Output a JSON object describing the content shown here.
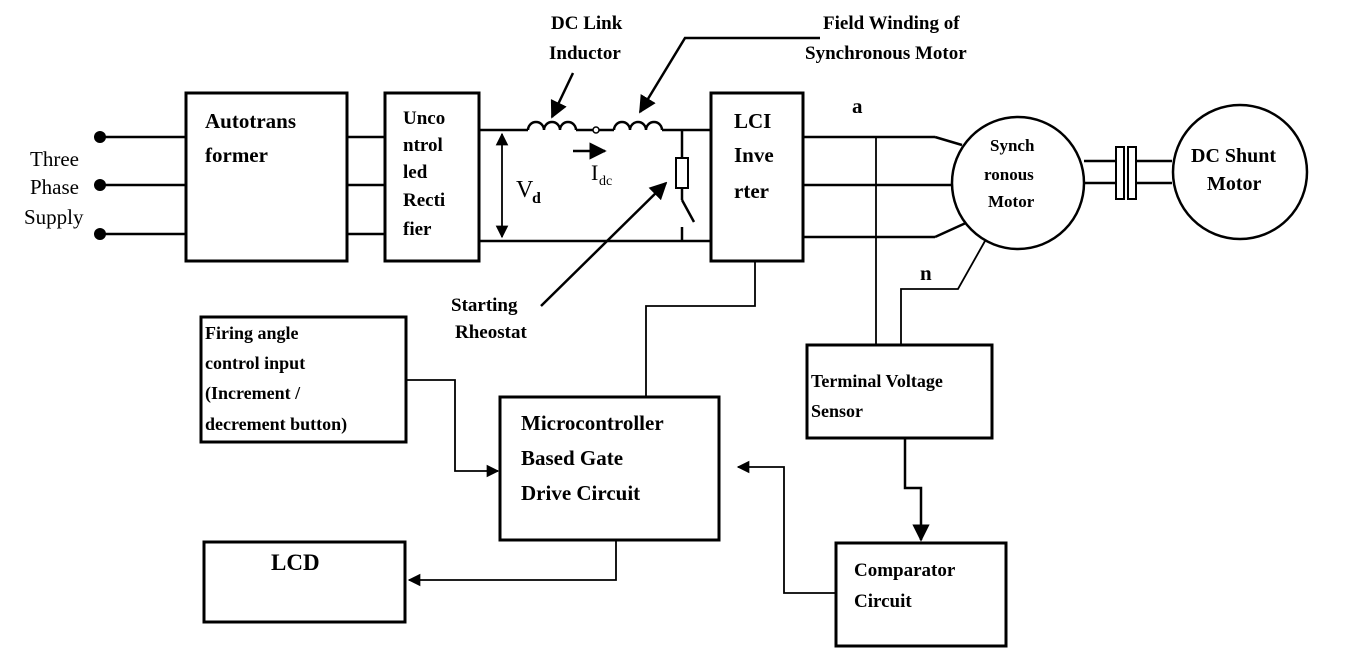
{
  "supply": {
    "label_line1": "Three",
    "label_line2": "Phase",
    "label_line3": "Supply"
  },
  "autotransformer": {
    "line1": "Autotrans",
    "line2": "former"
  },
  "rectifier": {
    "line1": "Unco",
    "line2": "ntrol",
    "line3": "led",
    "line4": "Recti",
    "line5": "fier"
  },
  "dc_link": {
    "inductor_label_line1": "DC Link",
    "inductor_label_line2": "Inductor",
    "field_label_line1": "Field Winding of",
    "field_label_line2": "Synchronous Motor",
    "vd_label": "V",
    "vd_sub": "d",
    "idc_label": "I",
    "idc_sub": "dc",
    "rheostat_label_line1": "Starting",
    "rheostat_label_line2": "Rheostat"
  },
  "inverter": {
    "line1": "LCI",
    "line2": "Inve",
    "line3": "rter"
  },
  "phase_labels": {
    "a": "a",
    "n": "n"
  },
  "sync_motor": {
    "line1": "Synch",
    "line2": "ronous",
    "line3": "Motor"
  },
  "dc_motor": {
    "line1": "DC Shunt",
    "line2": "Motor"
  },
  "firing_input": {
    "line1": "Firing angle",
    "line2": "control input",
    "line3": "(Increment /",
    "line4": "decrement button)"
  },
  "microcontroller": {
    "line1": "Microcontroller",
    "line2": "Based Gate",
    "line3": "Drive Circuit"
  },
  "voltage_sensor": {
    "line1": "Terminal Voltage",
    "line2": "Sensor"
  },
  "comparator": {
    "line1": "Comparator",
    "line2": "Circuit"
  },
  "lcd": {
    "label": "LCD"
  }
}
